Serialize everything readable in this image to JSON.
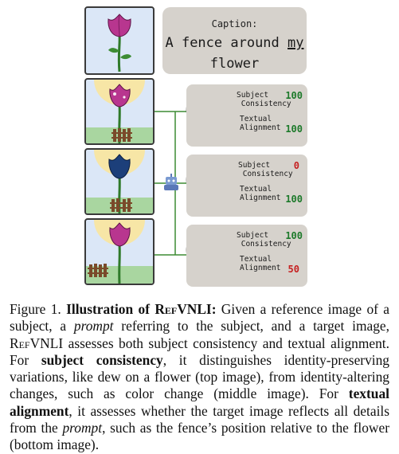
{
  "caption_box": {
    "label": "Caption:",
    "text_before": "A fence around ",
    "text_underlined": "my",
    "text_after": "flower"
  },
  "results": [
    {
      "subject_label_1": "Subject",
      "subject_label_2": "Consistency",
      "subject_score": "100",
      "subject_color": "#1d7a2b",
      "text_label_1": "Textual",
      "text_label_2": "Alignment",
      "text_score": "100",
      "text_color": "#1d7a2b"
    },
    {
      "subject_label_1": "Subject",
      "subject_label_2": "Consistency",
      "subject_score": "0",
      "subject_color": "#c62020",
      "text_label_1": "Textual",
      "text_label_2": "Alignment",
      "text_score": "100",
      "text_color": "#1d7a2b"
    },
    {
      "subject_label_1": "Subject",
      "subject_label_2": "Consistency",
      "subject_score": "100",
      "subject_color": "#1d7a2b",
      "text_label_1": "Textual",
      "text_label_2": "Alignment",
      "text_score": "50",
      "text_color": "#c62020"
    }
  ],
  "figure_caption": {
    "fig": "Figure 1.",
    "title_pre": "Illustration of ",
    "title_sc": "RefVNLI:",
    "t1": " Given a reference image of a subject, a ",
    "prompt1": "prompt",
    "t2": " referring to the subject, and a target image, ",
    "name_sc": "RefVNLI",
    "t3": " assesses both subject consistency and textual alignment. For ",
    "b1": "subject consistency",
    "t4": ", it distinguishes identity-preserving variations, like dew on a flower (top image), from identity-altering changes, such as color change (middle image). For ",
    "b2": "textual alignment",
    "t5": ", it assesses whether the target image reflects all details from the ",
    "prompt2": "prompt",
    "t6": ", such as the fence’s position relative to the flower (bottom image)."
  },
  "colors": {
    "rose_pink": "#b8368f",
    "rose_blue": "#1c3f7a",
    "sky": "#d9e6f7",
    "sun": "#f7e6a6",
    "grass": "#a9d6a0",
    "fence": "#7a4a2a",
    "robot": "#7a9ad1"
  }
}
